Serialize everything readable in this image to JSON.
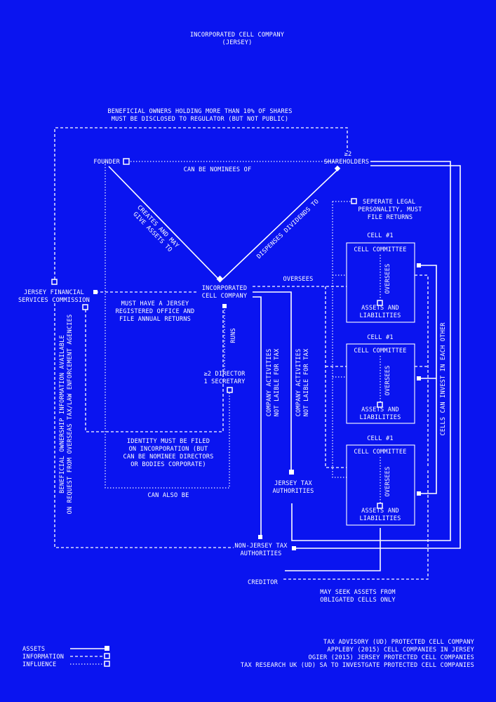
{
  "title": {
    "line1": "INCORPORATED CELL COMPANY",
    "line2": "(JERSEY)"
  },
  "nodes": {
    "founder": "FOUNDER",
    "shareholders_prefix": "≥2",
    "shareholders": "SHAREHOLDERS",
    "icc_line1": "INCORPORATED",
    "icc_line2": "CELL COMPANY",
    "jfsc_line1": "JERSEY FINANCIAL",
    "jfsc_line2": "SERVICES COMMISSION",
    "directors_line1": "≥2 DIRECTOR",
    "directors_line2": "1 SECRETARY",
    "jersey_tax_line1": "JERSEY TAX",
    "jersey_tax_line2": "AUTHORITIES",
    "non_jersey_tax_line1": "NON-JERSEY TAX",
    "non_jersey_tax_line2": "AUTHORITIES",
    "creditor": "CREDITOR"
  },
  "cells": [
    {
      "label": "CELL #1",
      "committee": "CELL COMMITTEE",
      "oversees": "OVERSEES",
      "assets_line1": "ASSETS AND",
      "assets_line2": "LIABILITIES"
    },
    {
      "label": "CELL #1",
      "committee": "CELL COMMITTEE",
      "oversees": "OVERSEES",
      "assets_line1": "ASSETS AND",
      "assets_line2": "LIABILITIES"
    },
    {
      "label": "CELL #1",
      "committee": "CELL COMMITTEE",
      "oversees": "OVERSEES",
      "assets_line1": "ASSETS AND",
      "assets_line2": "LIABILITIES"
    }
  ],
  "annotations": {
    "beneficial_line1": "BENEFICIAL OWNERS HOLDING MORE THAN 10% OF SHARES",
    "beneficial_line2": "MUST BE DISCLOSED TO REGULATOR (BUT NOT PUBLIC)",
    "nominees": "CAN BE NOMINEES OF",
    "creates_line1": "CREATES AND MAY",
    "creates_line2": "GIVE ASSETS TO",
    "dispenses": "DISPENSES DIVIDENDS TO",
    "separate_line1": "SEPERATE LEGAL",
    "separate_line2": "PERSONALITY, MUST",
    "separate_line3": "FILE RETURNS",
    "oversees_main": "OVERSEES",
    "registered_line1": "MUST HAVE A JERSEY",
    "registered_line2": "REGISTERED OFFICE AND",
    "registered_line3": "FILE ANNUAL RETURNS",
    "runs": "RUNS",
    "not_liable_1_line1": "COMPANY ACTIVITIES",
    "not_liable_1_line2": "NOT LAIBLE FOR TAX",
    "not_liable_2_line1": "COMPANY ACTIVITIES",
    "not_liable_2_line2": "NOT LAIBLE FOR TAX",
    "invest": "CELLS CAN INVEST IN EACH OTHER",
    "identity_line1": "IDENTITY MUST BE FILED",
    "identity_line2": "ON INCORPORATION (BUT",
    "identity_line3": "CAN BE NOMINEE DIRECTORS",
    "identity_line4": "OR BODIES CORPORATE)",
    "can_also_be": "CAN ALSO BE",
    "bo_info_line1": "BENEFICIAL OWNERSHIP INFORMATION AVAILABLE",
    "bo_info_line2": "ON REQUEST FROM OVERSEAS TAX/LAW ENFORCEMENT AGENCIES",
    "seek_line1": "MAY SEEK ASSETS FROM",
    "seek_line2": "OBLIGATED CELLS ONLY"
  },
  "legend": {
    "assets": "ASSETS",
    "information": "INFORMATION",
    "influence": "INFLUENCE"
  },
  "sources": [
    "TAX ADVISORY (UD) PROTECTED CELL COMPANY",
    "APPLEBY (2015) CELL COMPANIES IN JERSEY",
    "OGIER (2015) JERSEY PROTECTED CELL COMPANIES",
    "TAX RESEARCH UK (UD) SA TO INVESTGATE PROTECTED CELL COMPANIES"
  ],
  "colors": {
    "background": "#0a14f0",
    "foreground": "#ffffff"
  }
}
